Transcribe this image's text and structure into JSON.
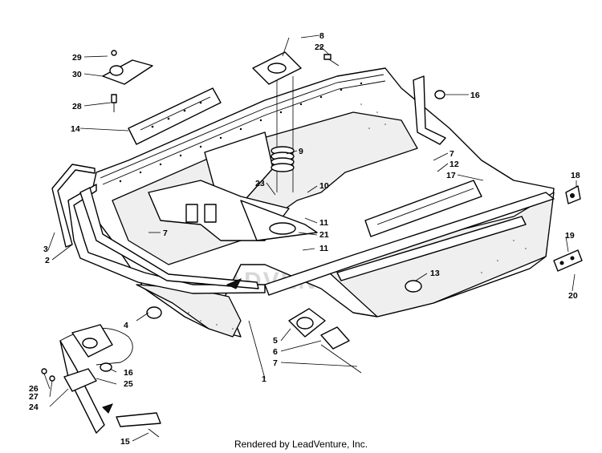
{
  "footer": {
    "text": "Rendered by LeadVenture, Inc."
  },
  "watermark": {
    "text": "LEADVENTURE"
  },
  "callouts": [
    {
      "id": "c1",
      "label": "1"
    },
    {
      "id": "c2",
      "label": "2"
    },
    {
      "id": "c3",
      "label": "3"
    },
    {
      "id": "c4",
      "label": "4"
    },
    {
      "id": "c5",
      "label": "5"
    },
    {
      "id": "c6",
      "label": "6"
    },
    {
      "id": "c7a",
      "label": "7"
    },
    {
      "id": "c7b",
      "label": "7"
    },
    {
      "id": "c7c",
      "label": "7"
    },
    {
      "id": "c8",
      "label": "8"
    },
    {
      "id": "c9",
      "label": "9"
    },
    {
      "id": "c10",
      "label": "10"
    },
    {
      "id": "c11a",
      "label": "11"
    },
    {
      "id": "c11b",
      "label": "11"
    },
    {
      "id": "c12",
      "label": "12"
    },
    {
      "id": "c13",
      "label": "13"
    },
    {
      "id": "c14",
      "label": "14"
    },
    {
      "id": "c15",
      "label": "15"
    },
    {
      "id": "c16a",
      "label": "16"
    },
    {
      "id": "c16b",
      "label": "16"
    },
    {
      "id": "c17",
      "label": "17"
    },
    {
      "id": "c18",
      "label": "18"
    },
    {
      "id": "c19",
      "label": "19"
    },
    {
      "id": "c20",
      "label": "20"
    },
    {
      "id": "c21",
      "label": "21"
    },
    {
      "id": "c22",
      "label": "22"
    },
    {
      "id": "c23",
      "label": "23"
    },
    {
      "id": "c24",
      "label": "24"
    },
    {
      "id": "c25",
      "label": "25"
    },
    {
      "id": "c26",
      "label": "26"
    },
    {
      "id": "c27",
      "label": "27"
    },
    {
      "id": "c28",
      "label": "28"
    },
    {
      "id": "c29",
      "label": "29"
    },
    {
      "id": "c30",
      "label": "30"
    }
  ]
}
